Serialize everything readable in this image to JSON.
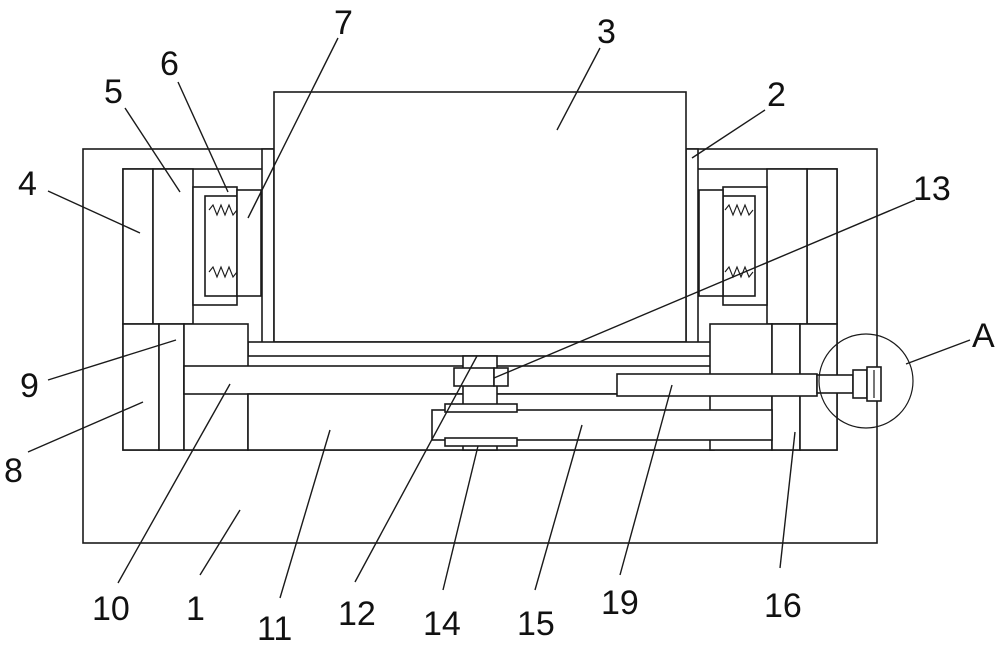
{
  "labels": {
    "l1": "1",
    "l2": "2",
    "l3": "3",
    "l4": "4",
    "l5": "5",
    "l6": "6",
    "l7": "7",
    "l8": "8",
    "l9": "9",
    "l10": "10",
    "l11": "11",
    "l12": "12",
    "l13": "13",
    "l14": "14",
    "l15": "15",
    "l16": "16",
    "l19": "19",
    "lA": "A"
  }
}
